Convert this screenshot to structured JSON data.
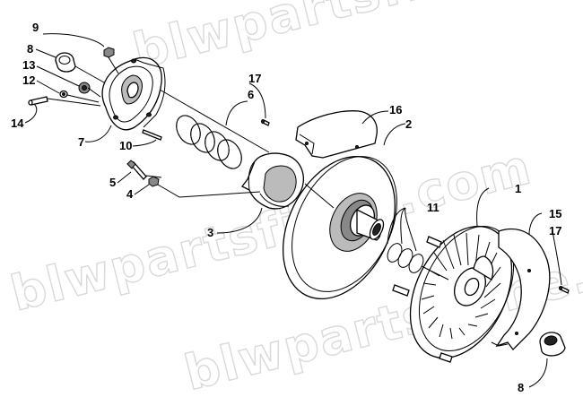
{
  "watermark": {
    "line1": "blwpartsfiche.com",
    "line2": "blwpartsfiche.com",
    "line3": "blwpartsfiche.com"
  },
  "callouts": {
    "c1": "1",
    "c2": "2",
    "c3": "3",
    "c4": "4",
    "c5": "5",
    "c6": "6",
    "c7": "7",
    "c8a": "8",
    "c8b": "8",
    "c9": "9",
    "c10": "10",
    "c11": "11",
    "c12": "12",
    "c13": "13",
    "c14": "14",
    "c15": "15",
    "c16": "16",
    "c17a": "17",
    "c17b": "17"
  }
}
